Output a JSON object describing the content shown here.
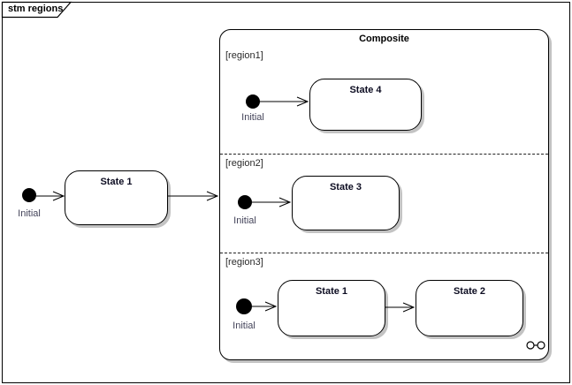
{
  "frame": {
    "title": "stm regions"
  },
  "outer": {
    "initial": {
      "label": "Initial"
    },
    "state": {
      "label": "State 1"
    }
  },
  "composite": {
    "title": "Composite",
    "regions": [
      {
        "label": "[region1]",
        "initial": {
          "label": "Initial"
        },
        "states": [
          {
            "label": "State 4"
          }
        ]
      },
      {
        "label": "[region2]",
        "initial": {
          "label": "Initial"
        },
        "states": [
          {
            "label": "State 3"
          }
        ]
      },
      {
        "label": "[region3]",
        "initial": {
          "label": "Initial"
        },
        "states": [
          {
            "label": "State 1"
          },
          {
            "label": "State 2"
          }
        ]
      }
    ],
    "decomposition_icon": "decomposition-indicator"
  },
  "colors": {
    "line": "#000000",
    "shadow": "#c3c3c3",
    "fill": "#ffffff",
    "state_text": "#0d0d22",
    "muted_text": "#44445a"
  }
}
